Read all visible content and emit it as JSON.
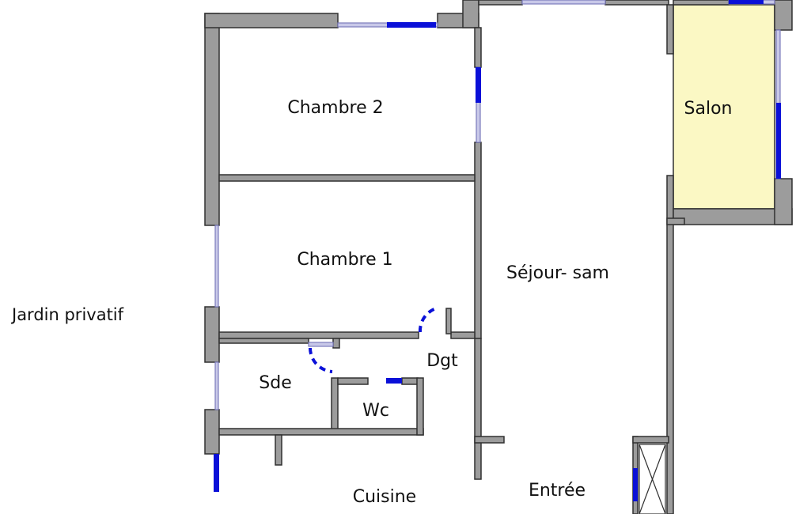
{
  "rooms": {
    "chambre2": "Chambre 2",
    "chambre1": "Chambre 1",
    "sejour": "Séjour- sam",
    "salon": "Salon",
    "dgt": "Dgt",
    "sde": "Sde",
    "wc": "Wc",
    "cuisine": "Cuisine",
    "entree": "Entrée"
  },
  "outside": {
    "jardin": "Jardin privatif"
  },
  "colors": {
    "wall_fill": "#9c9c9c",
    "wall_stroke": "#303030",
    "window": "#0a10d8",
    "glass": "#c8c8e8",
    "salon_fill": "#fbf8c4"
  }
}
